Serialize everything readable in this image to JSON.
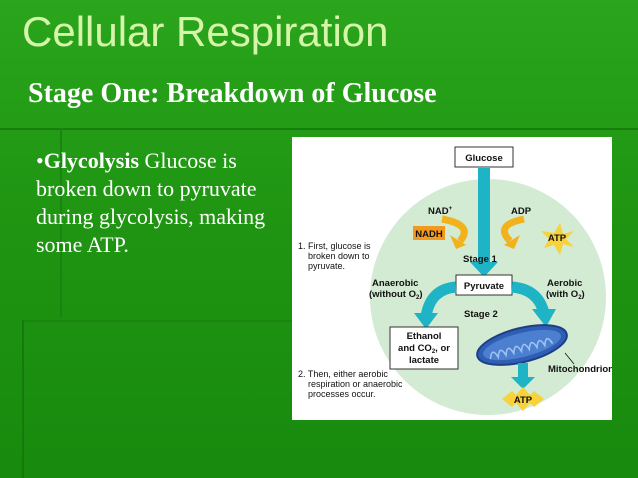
{
  "slide": {
    "title": "Cellular Respiration",
    "subtitle": "Stage One: Breakdown of Glucose",
    "bullet_marker": "•",
    "bullet_term": "Glycolysis",
    "bullet_text": " Glucose is broken down to pyruvate during glycolysis, making some ATP."
  },
  "diagram": {
    "glucose": "Glucose",
    "nad": "NAD",
    "nad_sup": "+",
    "nadh": "NADH",
    "adp": "ADP",
    "atp_top": "ATP",
    "step1_line1": "1. First, glucose is",
    "step1_line2": "broken down to",
    "step1_line3": "pyruvate.",
    "stage1": "Stage 1",
    "anaerobic": "Anaerobic",
    "without_o2": "(without O",
    "aerobic": "Aerobic",
    "with_o2": "(with O",
    "o2_sub": "2",
    "close_paren": ")",
    "pyruvate": "Pyruvate",
    "stage2": "Stage 2",
    "ethanol_line1": "Ethanol",
    "ethanol_line2": "and CO",
    "ethanol_line2_end": ", or",
    "ethanol_line3": "lactate",
    "co2_sub": "2",
    "mitochondrion": "Mitochondrion",
    "step2_line1": "2. Then, either aerobic",
    "step2_line2": "respiration or anaerobic",
    "step2_line3": "processes occur.",
    "atp_bottom": "ATP"
  },
  "colors": {
    "background": "#1f9a12",
    "title": "#d6f5a8",
    "arrow_teal": "#1fb3c6",
    "circle": "#cfe9cf",
    "nadh_box": "#f39a1e",
    "atp_star": "#f7d23a",
    "mitochondrion": "#2f5fb5"
  }
}
